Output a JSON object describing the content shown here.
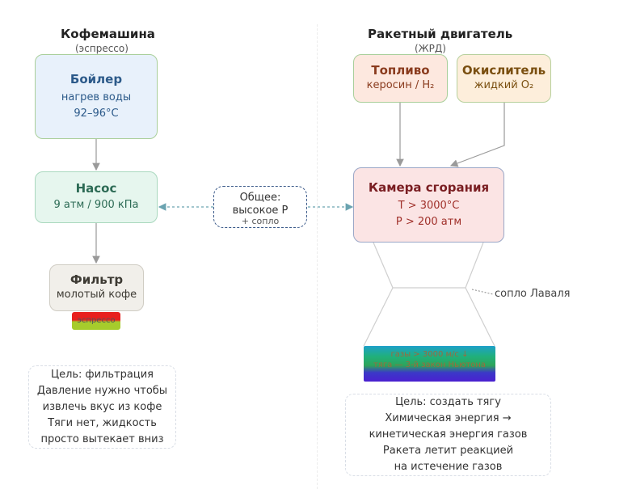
{
  "left": {
    "title": "Кофемашина",
    "subtitle": "(эспрессо)",
    "boiler": {
      "title": "Бойлер",
      "line1": "нагрев воды",
      "line2": "92–96°C"
    },
    "pump": {
      "title": "Насос",
      "line1": "9 атм / 900 кПа"
    },
    "filter": {
      "title": "Фильтр",
      "line1": "молотый кофе"
    },
    "output_label": "эспрессо",
    "note": [
      "Цель: фильтрация",
      "Давление нужно чтобы",
      "извлечь вкус из кофе",
      "Тяги нет, жидкость",
      "просто вытекает вниз"
    ]
  },
  "center": {
    "common": {
      "line1": "Общее:",
      "line2": "высокое P",
      "line3": "+ сопло"
    }
  },
  "right": {
    "title": "Ракетный двигатель",
    "subtitle": "(ЖРД)",
    "fuel": {
      "title": "Топливо",
      "line1": "керосин / H₂"
    },
    "oxidizer": {
      "title": "Окислитель",
      "line1": "жидкий O₂"
    },
    "chamber": {
      "title": "Камера сгорания",
      "line1": "T > 3000°C",
      "line2": "P > 200 атм"
    },
    "nozzle_label": "сопло Лаваля",
    "exhaust": {
      "line1": "газы > 3000 м/с ↓",
      "line2": "тяга — 3-й закон Ньютона"
    },
    "note": [
      "Цель: создать тягу",
      "Химическая энергия →",
      "кинетическая энергия газов",
      "Ракета летит реакцией",
      "на истечение газов"
    ]
  }
}
